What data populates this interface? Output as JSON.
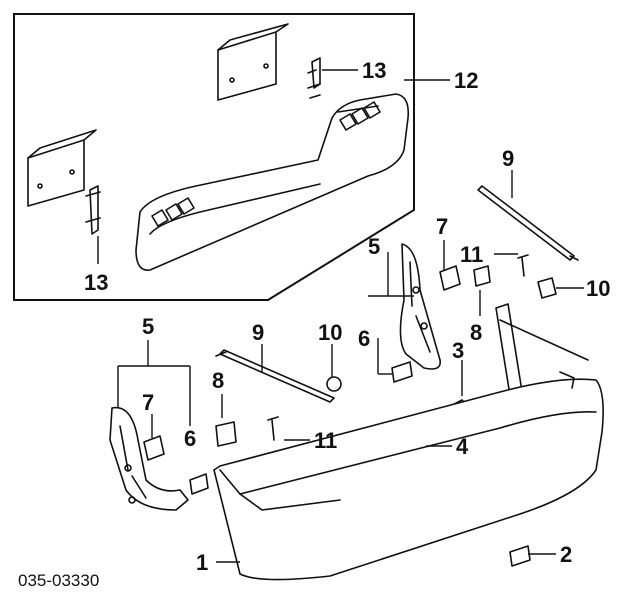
{
  "diagram_code": "035-03330",
  "callouts": {
    "c1": "1",
    "c2": "2",
    "c3": "3",
    "c4": "4",
    "c5a": "5",
    "c5b": "5",
    "c6a": "6",
    "c6b": "6",
    "c7a": "7",
    "c7b": "7",
    "c8a": "8",
    "c8b": "8",
    "c9a": "9",
    "c9b": "9",
    "c10a": "10",
    "c10b": "10",
    "c11a": "11",
    "c11b": "11",
    "c12": "12",
    "c13a": "13",
    "c13b": "13"
  }
}
